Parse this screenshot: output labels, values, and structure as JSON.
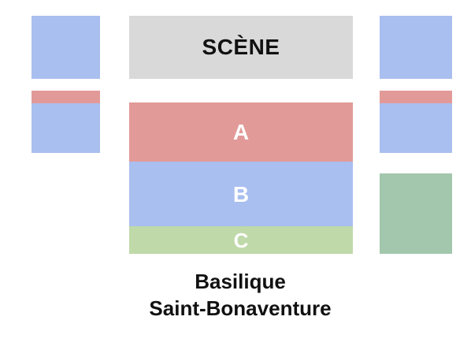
{
  "stage": {
    "label": "SCÈNE",
    "color": "#d9d9d9"
  },
  "sections": [
    {
      "label": "A",
      "color": "#e29a98"
    },
    {
      "label": "B",
      "color": "#a9bfef"
    },
    {
      "label": "C",
      "color": "#bfd9a9"
    }
  ],
  "side_colors": {
    "blue": "#a9bfef",
    "red": "#e29a98",
    "green": "#a3c7ac"
  },
  "venue": {
    "line1": "Basilique",
    "line2": "Saint-Bonaventure"
  }
}
